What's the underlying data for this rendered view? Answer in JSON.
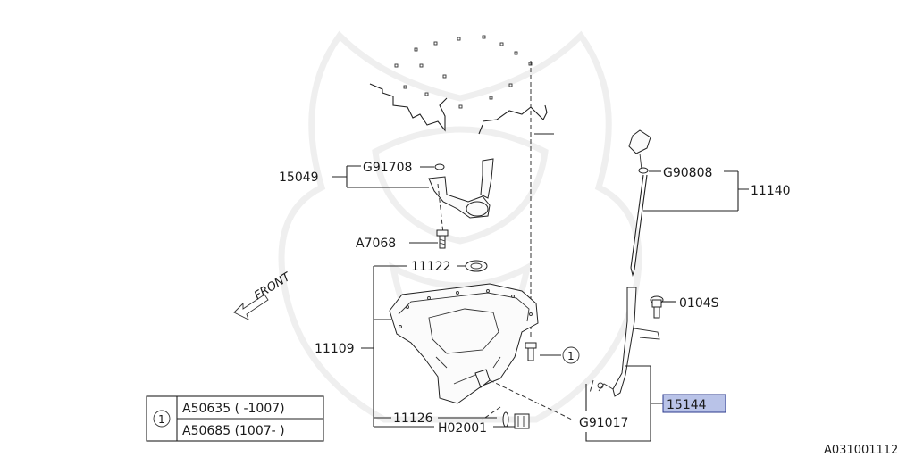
{
  "diagram_id": "A031001112",
  "front_label": "FRONT",
  "callouts": {
    "c15049": "15049",
    "cG91708": "G91708",
    "cA7068": "A7068",
    "c11122": "11122",
    "c11109": "11109",
    "c11126": "11126",
    "cH02001": "H02001",
    "cG91017": "G91017",
    "c15144": "15144",
    "cG90808": "G90808",
    "c11140": "11140",
    "c0104S": "0104S"
  },
  "ref_marker": "1",
  "legend": {
    "marker": "1",
    "rows": [
      "A50635 ( -1007)",
      "A50685 (1007- )"
    ]
  },
  "highlight_color": "#b9c3e8"
}
